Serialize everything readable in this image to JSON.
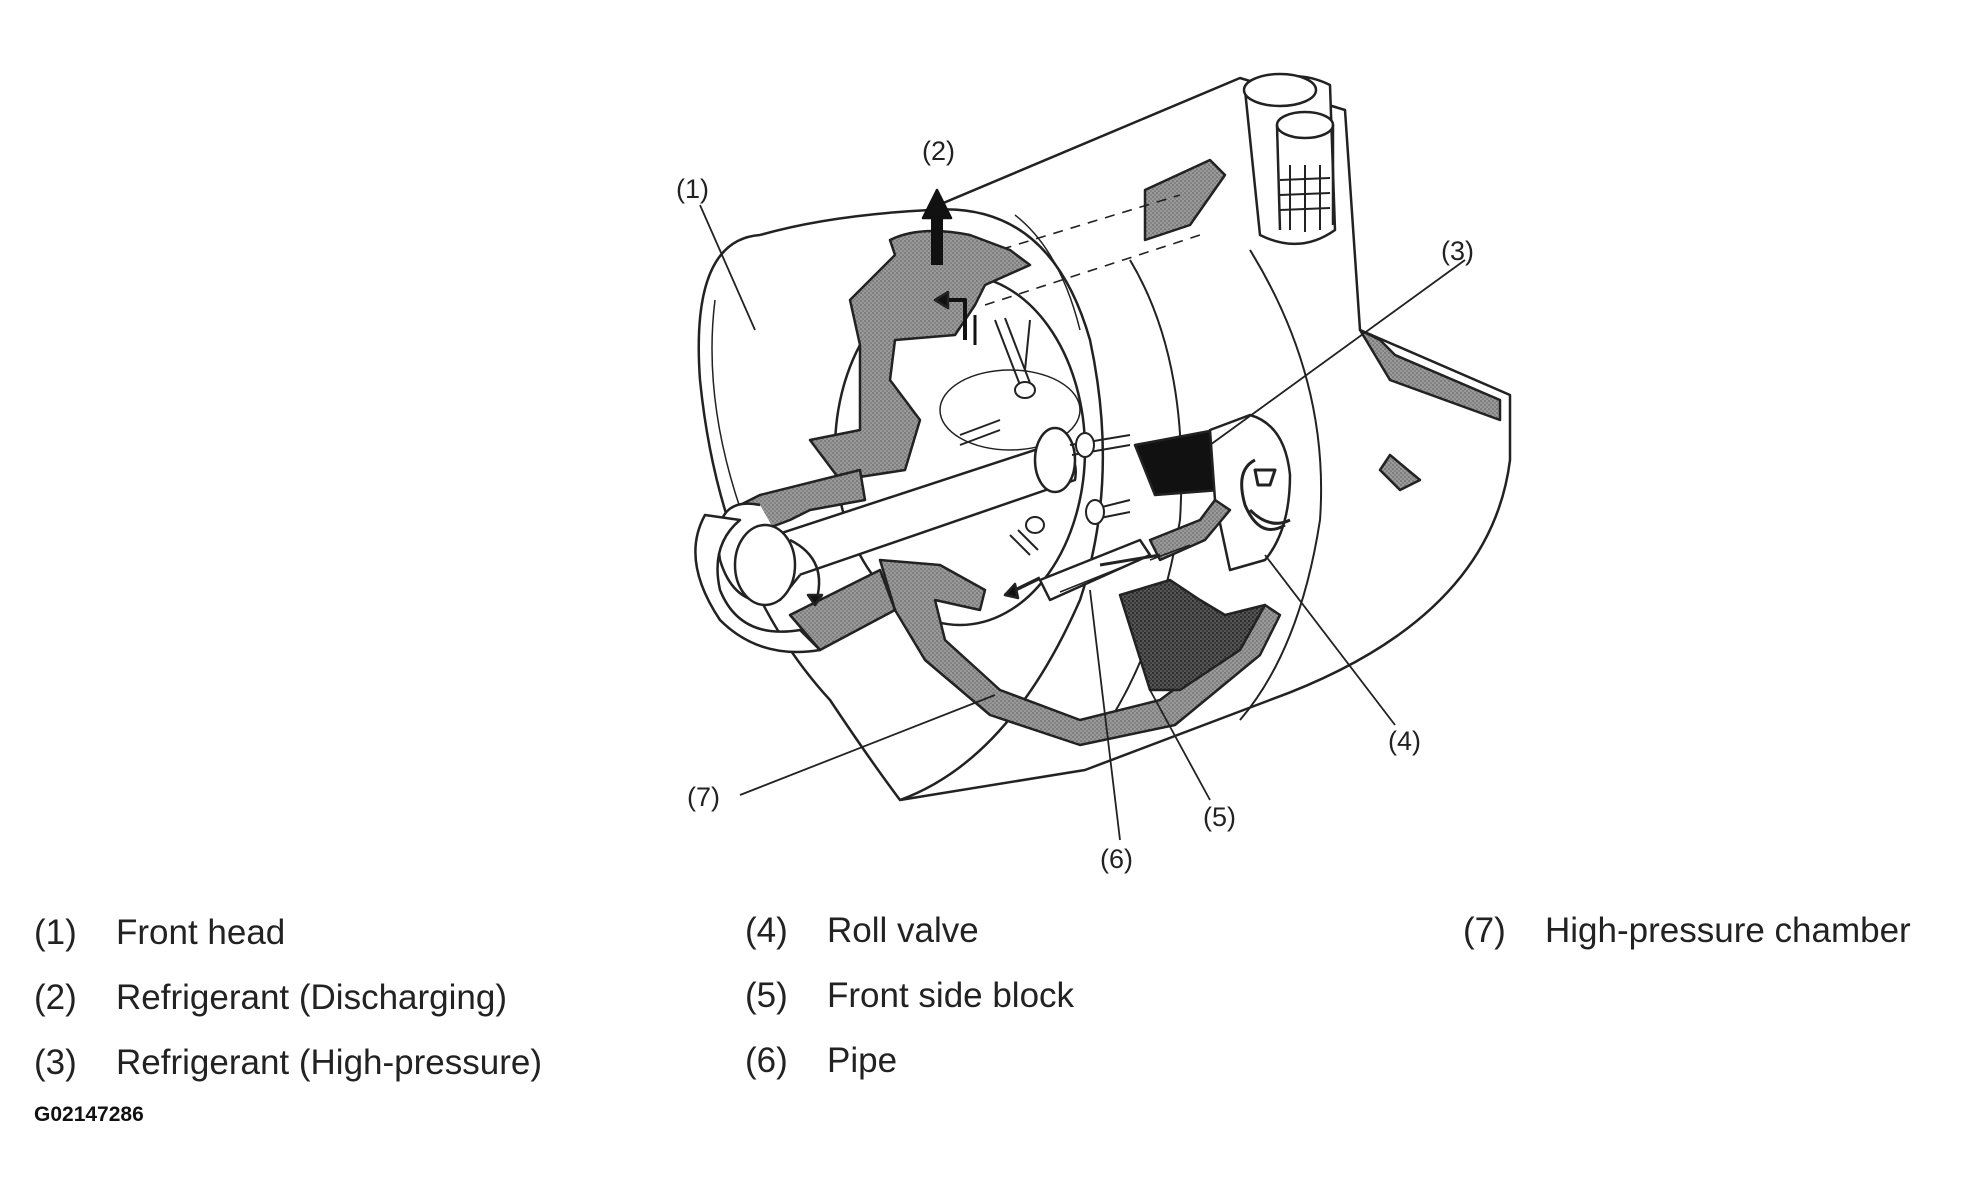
{
  "diagram": {
    "callouts": [
      {
        "id": 1,
        "label": "(1)"
      },
      {
        "id": 2,
        "label": "(2)"
      },
      {
        "id": 3,
        "label": "(3)"
      },
      {
        "id": 4,
        "label": "(4)"
      },
      {
        "id": 5,
        "label": "(5)"
      },
      {
        "id": 6,
        "label": "(6)"
      },
      {
        "id": 7,
        "label": "(7)"
      }
    ]
  },
  "legend": [
    {
      "number": "(1)",
      "text": "Front head"
    },
    {
      "number": "(2)",
      "text": "Refrigerant (Discharging)"
    },
    {
      "number": "(3)",
      "text": "Refrigerant (High-pressure)"
    },
    {
      "number": "(4)",
      "text": "Roll valve"
    },
    {
      "number": "(5)",
      "text": "Front side block"
    },
    {
      "number": "(6)",
      "text": "Pipe"
    },
    {
      "number": "(7)",
      "text": "High-pressure chamber"
    }
  ],
  "figure_id": "G02147286"
}
